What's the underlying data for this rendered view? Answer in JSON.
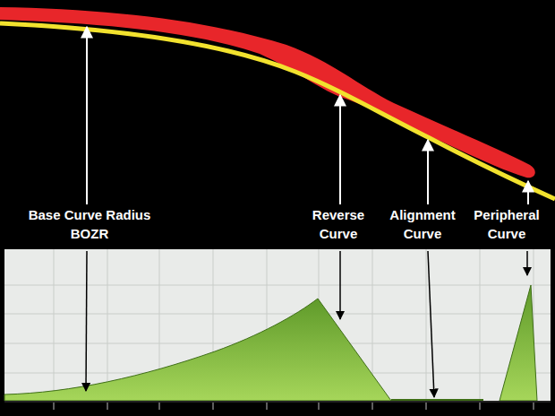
{
  "diagram": {
    "labels": [
      "Base Curve Radius BOZR",
      "Reverse Curve",
      "Alignment Curve",
      "Peripheral Curve"
    ]
  }
}
